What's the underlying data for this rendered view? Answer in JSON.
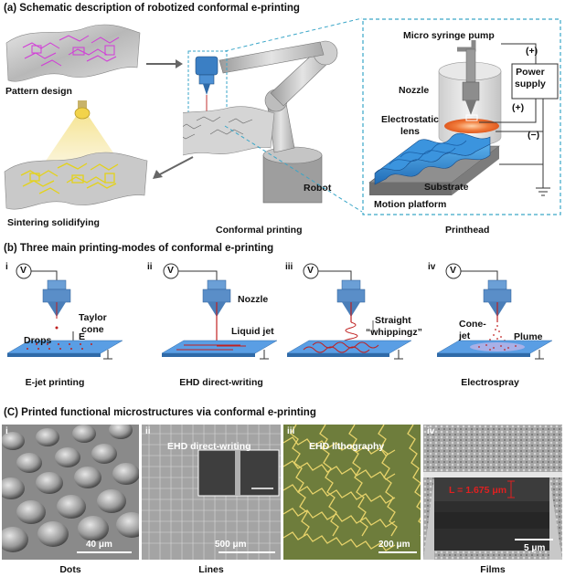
{
  "panel_a": {
    "title": "(a) Schematic description of robotized conformal e-printing",
    "pattern_design": "Pattern design",
    "sintering": "Sintering solidifying",
    "conformal": "Conformal printing",
    "robot": "Robot",
    "printhead": "Printhead",
    "micro_syringe": "Micro syringe pump",
    "nozzle": "Nozzle",
    "electrostatic_lens": "Electrostatic\nlens",
    "power_supply": "Power\nsupply",
    "plus1": "(+)",
    "plus2": "(+)",
    "minus": "(−)",
    "substrate": "Substrate",
    "motion_platform": "Motion platform"
  },
  "panel_b": {
    "title": "(b) Three main printing-modes of conformal e-printing",
    "voltage": "V",
    "modes": [
      {
        "roman": "i",
        "caption": "E-jet printing"
      },
      {
        "roman": "ii",
        "caption": "EHD direct-writing"
      },
      {
        "roman": "iii",
        "caption": ""
      },
      {
        "roman": "iv",
        "caption": "Electrospray"
      }
    ],
    "drops": "Drops",
    "taylor_cone": "Taylor\ncone",
    "e_field": "E",
    "nozzle": "Nozzle",
    "liquid_jet": "Liquid jet",
    "straight": "Straight",
    "whipping": "“whippingz”",
    "cone_jet": "Cone-\njet",
    "plume": "Plume"
  },
  "panel_c": {
    "title": "(C) Printed functional microstructures via conformal e-printing",
    "images": [
      {
        "roman": "i",
        "inset": "",
        "scale": "40 μm",
        "caption": "Dots"
      },
      {
        "roman": "ii",
        "inset": "EHD direct-writing",
        "scale": "500 μm",
        "caption": "Lines"
      },
      {
        "roman": "iii",
        "inset": "EHD lithography",
        "scale": "200 μm",
        "caption": ""
      },
      {
        "roman": "iv",
        "inset": "",
        "scale": "5 μm",
        "caption": "Films"
      }
    ],
    "thickness": "L = 1.675 μm"
  },
  "colors": {
    "accent_blue": "#3b7fc4",
    "dash_teal": "#3aa6c8",
    "lattice_yellow": "#e7d36a",
    "red": "#e02020"
  }
}
